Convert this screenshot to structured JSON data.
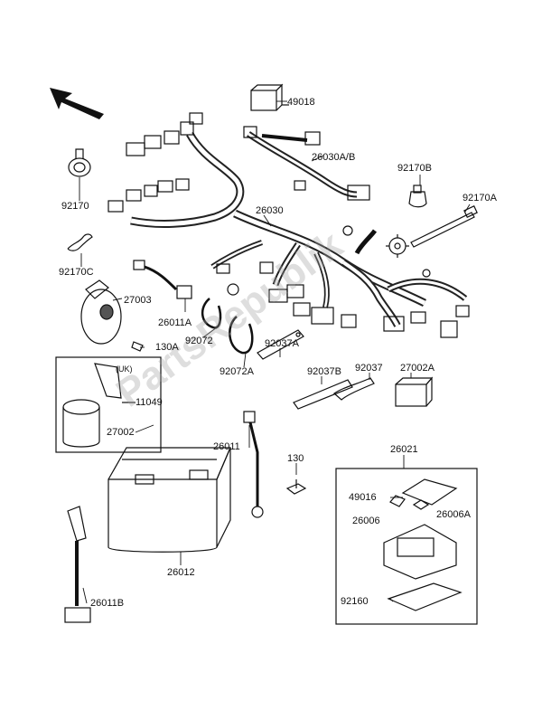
{
  "watermark": "PartsRepublik",
  "inset_uk_label": "(UK)",
  "labels": [
    {
      "id": "p49018",
      "text": "49018"
    },
    {
      "id": "p26030ab",
      "text": "26030A/B"
    },
    {
      "id": "p92170b",
      "text": "92170B"
    },
    {
      "id": "p92170",
      "text": "92170"
    },
    {
      "id": "p26030",
      "text": "26030"
    },
    {
      "id": "p92170a",
      "text": "92170A"
    },
    {
      "id": "p92170c",
      "text": "92170C"
    },
    {
      "id": "p27003",
      "text": "27003"
    },
    {
      "id": "p26011a",
      "text": "26011A"
    },
    {
      "id": "p92072",
      "text": "92072"
    },
    {
      "id": "p130a",
      "text": "130A"
    },
    {
      "id": "p92037a",
      "text": "92037A"
    },
    {
      "id": "p92072a",
      "text": "92072A"
    },
    {
      "id": "p92037b",
      "text": "92037B"
    },
    {
      "id": "p92037",
      "text": "92037"
    },
    {
      "id": "p27002a",
      "text": "27002A"
    },
    {
      "id": "p11049",
      "text": "11049"
    },
    {
      "id": "p27002",
      "text": "27002"
    },
    {
      "id": "p26011",
      "text": "26011"
    },
    {
      "id": "p130",
      "text": "130"
    },
    {
      "id": "p26021",
      "text": "26021"
    },
    {
      "id": "p49016",
      "text": "49016"
    },
    {
      "id": "p26006",
      "text": "26006"
    },
    {
      "id": "p26006a",
      "text": "26006A"
    },
    {
      "id": "p26012",
      "text": "26012"
    },
    {
      "id": "p92160",
      "text": "92160"
    },
    {
      "id": "p26011b",
      "text": "26011B"
    }
  ]
}
